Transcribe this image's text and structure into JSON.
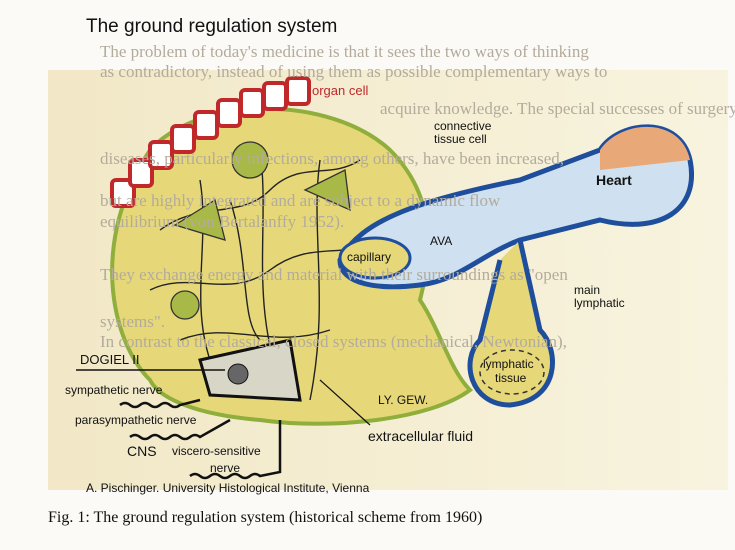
{
  "figure": {
    "title": "The ground regulation system",
    "caption": "Fig. 1: The ground regulation system (historical scheme from 1960)",
    "credit": "A. Pischinger. University Histological Institute, Vienna",
    "labels": {
      "organ_cell": "organ cell",
      "connective_tissue_cell_1": "connective",
      "connective_tissue_cell_2": "tissue cell",
      "heart": "Heart",
      "capillary": "capillary",
      "ava": "AVA",
      "main_lymphatic_1": "main",
      "main_lymphatic_2": "lymphatic",
      "lymphatic_tissue_1": "lymphatic",
      "lymphatic_tissue_2": "tissue",
      "ly_gew": "LY. GEW.",
      "extracellular_fluid": "extracellular fluid",
      "dogiel": "DOGIEL II",
      "sympathetic_nerve": "sympathetic nerve",
      "parasympathetic_nerve": "parasympathetic nerve",
      "cns": "CNS",
      "viscero_sensitive_1": "viscero-sensitive",
      "viscero_sensitive_2": "nerve"
    },
    "colors": {
      "organ_cell": "#c0282a",
      "tissue_fill": "#e6d879",
      "tissue_border": "#8fae3c",
      "vessel": "#1f4e9c",
      "heart_fill": "#e8a878"
    }
  },
  "background_text": [
    "The problem of today's medicine is that it sees the two ways of thinking",
    "as contradictory, instead of using them as possible complementary ways to",
    "acquire knowledge. The special successes of surgery, acute",
    "diseases, particularly infections, among others, have been increased,",
    "but are highly integrated and are subject to a dynamic flow",
    "equilibrium (von Bertalanffy 1952).",
    "They exchange energy and material with their surroundings as \"open",
    "systems\".",
    "In contrast to the classical, closed systems (mechanical, Newtonian),"
  ]
}
